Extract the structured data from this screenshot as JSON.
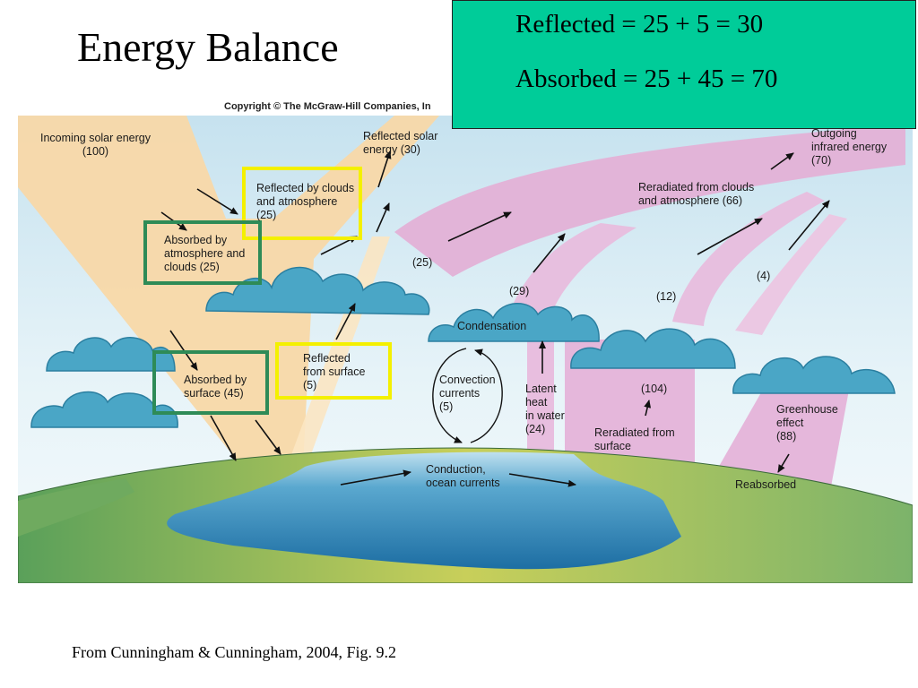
{
  "title": "Energy Balance",
  "copyright": "Copyright © The McGraw-Hill Companies, In",
  "summary": {
    "reflected": "Reflected = 25 + 5 = 30",
    "absorbed": "Absorbed = 25 + 45 = 70"
  },
  "labels": {
    "incoming": "Incoming solar energy\n(100)",
    "reflected_solar": "Reflected solar\nenergy (30)",
    "reflected_clouds": "Reflected by clouds\nand atmosphere\n(25)",
    "absorbed_atmos": "Absorbed by\natmosphere and\nclouds (25)",
    "absorbed_surface": "Absorbed by\nsurface (45)",
    "reflected_surface": "Reflected\nfrom surface\n(5)",
    "outgoing": "Outgoing\ninfrared energy\n(70)",
    "reradiated_clouds": "Reradiated from clouds\nand atmosphere (66)",
    "flow_25": "(25)",
    "flow_29": "(29)",
    "flow_12": "(12)",
    "flow_4": "(4)",
    "condensation": "Condensation",
    "convection": "Convection\ncurrents\n(5)",
    "latent": "Latent\nheat\nin water\n(24)",
    "flow_104": "(104)",
    "reradiated_surface": "Reradiated from\nsurface",
    "greenhouse": "Greenhouse\neffect\n(88)",
    "reabsorbed": "Reabsorbed",
    "conduction": "Conduction,\nocean currents"
  },
  "source": "From Cunningham & Cunningham, 2004, Fig. 9.2",
  "colors": {
    "summary_box": "#00cc99",
    "solar_band": "#f8d8a8",
    "infrared_band": "#e2b4d8",
    "cloud": "#49a8c8",
    "ocean": "#2d82b4",
    "highlight_yellow": "#f4f000",
    "highlight_green": "#2e8b57"
  }
}
